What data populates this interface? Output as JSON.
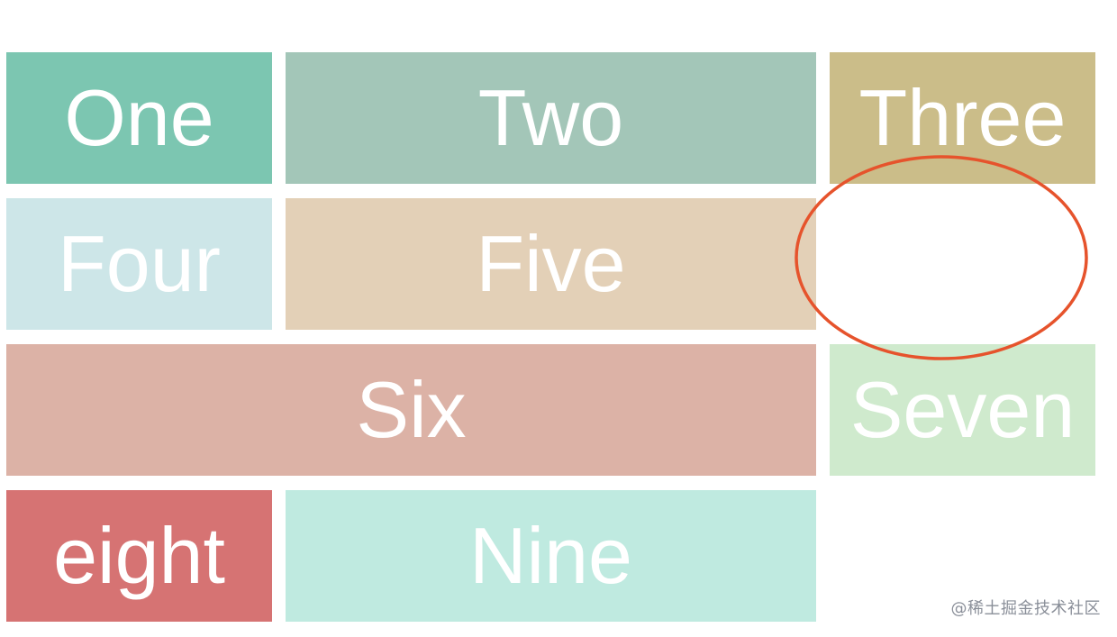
{
  "cells": [
    {
      "id": "one",
      "label": "One",
      "color": "#7cc6b1"
    },
    {
      "id": "two",
      "label": "Two",
      "color": "#a3c6b8"
    },
    {
      "id": "three",
      "label": "Three",
      "color": "#cbbd89"
    },
    {
      "id": "four",
      "label": "Four",
      "color": "#cde6e8"
    },
    {
      "id": "five",
      "label": "Five",
      "color": "#e3d0b7"
    },
    {
      "id": "six",
      "label": "Six",
      "color": "#dcb2a6"
    },
    {
      "id": "seven",
      "label": "Seven",
      "color": "#cfeacd"
    },
    {
      "id": "eight",
      "label": "eight",
      "color": "#d67373"
    },
    {
      "id": "nine",
      "label": "Nine",
      "color": "#bfeae0"
    }
  ],
  "annotation": {
    "shape": "ellipse",
    "color": "#e6532c",
    "marks": "empty grid area"
  },
  "watermark": {
    "text": "@稀土掘金技术社区"
  }
}
